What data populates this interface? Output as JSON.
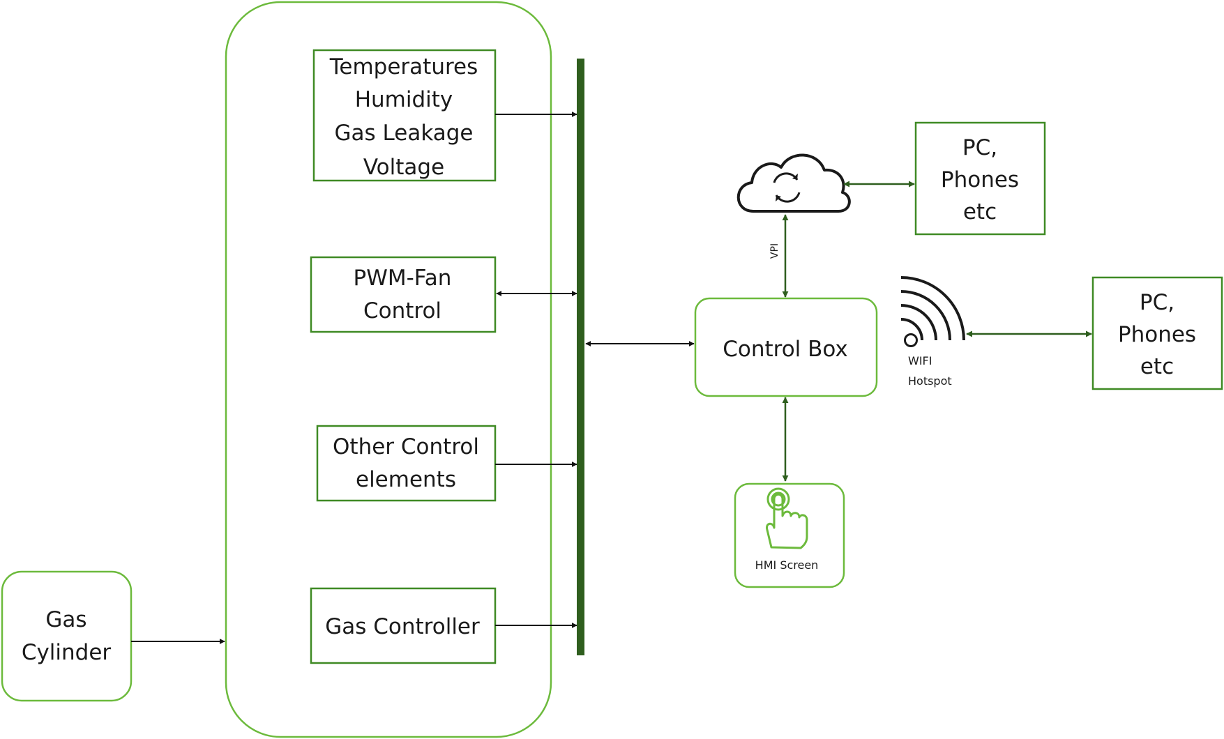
{
  "colors": {
    "rounded_border": "#6cba3c",
    "square_border": "#3f8a24",
    "bus": "#2f5e1e",
    "arrow": "#111111",
    "icon_green": "#6cba3c"
  },
  "nodes": {
    "gas_cylinder": [
      "Gas",
      "Cylinder"
    ],
    "sensors": [
      "Temperatures",
      "Humidity",
      "Gas Leakage",
      "Voltage"
    ],
    "pwm_fan": [
      "PWM-Fan",
      "Control"
    ],
    "other_control": [
      "Other Control",
      "elements"
    ],
    "gas_controller": "Gas Controller",
    "control_box": "Control Box",
    "hmi_screen": "HMI Screen",
    "pc_cloud": [
      "PC,",
      "Phones",
      "etc"
    ],
    "pc_wifi": [
      "PC,",
      "Phones",
      "etc"
    ]
  },
  "labels": {
    "vpi": "VPI",
    "wifi": [
      "WIFI",
      "Hotspot"
    ]
  },
  "icons": {
    "cloud": "cloud-sync-icon",
    "wifi": "wifi-signal-icon",
    "hmi": "touch-hand-icon"
  }
}
